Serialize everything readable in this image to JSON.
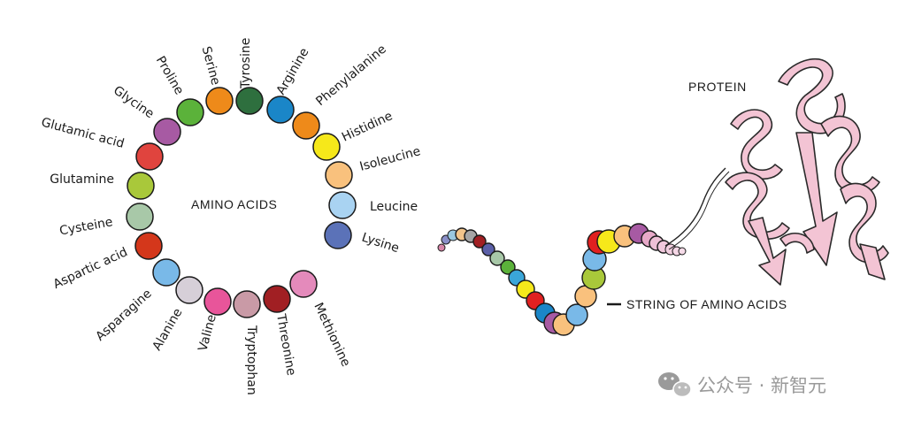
{
  "title": "AMINO ACIDS",
  "protein_label": "PROTEIN",
  "string_label": "STRING OF AMINO ACIDS",
  "watermark": "公众号 · 新智元",
  "watermark_icon": "wechat-icon",
  "amino_acids": [
    {
      "name": "Tyrosine",
      "color": "#2e6f3e"
    },
    {
      "name": "Arginine",
      "color": "#1a86c8"
    },
    {
      "name": "Phenylalanine",
      "color": "#ee8a1a"
    },
    {
      "name": "Histidine",
      "color": "#f6e81a"
    },
    {
      "name": "Isoleucine",
      "color": "#f9c17d"
    },
    {
      "name": "Leucine",
      "color": "#a9d3f2"
    },
    {
      "name": "Lysine",
      "color": "#5b72b8"
    },
    {
      "name": "Methionine",
      "color": "#e48abb"
    },
    {
      "name": "Threonine",
      "color": "#a11f23"
    },
    {
      "name": "Tryptophan",
      "color": "#c99aa6"
    },
    {
      "name": "Valine",
      "color": "#e8559a"
    },
    {
      "name": "Alanine",
      "color": "#d6cfd8"
    },
    {
      "name": "Asparagine",
      "color": "#79b9e8"
    },
    {
      "name": "Aspartic acid",
      "color": "#d4371b"
    },
    {
      "name": "Cysteine",
      "color": "#a8c8a8"
    },
    {
      "name": "Glutamine",
      "color": "#a9c83a"
    },
    {
      "name": "Glutamic acid",
      "color": "#e0443e"
    },
    {
      "name": "Glycine",
      "color": "#a75aa3"
    },
    {
      "name": "Proline",
      "color": "#5bb23a"
    },
    {
      "name": "Serine",
      "color": "#ee8a1a"
    }
  ],
  "chain_colors": [
    "#d685a8",
    "#8a8fc8",
    "#9ac8e0",
    "#f2c48a",
    "#a5a5a5",
    "#a11f23",
    "#5b5fa8",
    "#a8c8a8",
    "#5bb23a",
    "#3aa6d9",
    "#f6e81a",
    "#e02020",
    "#1a86c8",
    "#a75aa3",
    "#f9c17d",
    "#79b9e8",
    "#f9c17d",
    "#a9c83a",
    "#79b9e8",
    "#e02020",
    "#f6e81a",
    "#f9c17d",
    "#a75aa3",
    "#e7a9c8",
    "#eec0d6",
    "#f0c8dc",
    "#f2cfe0",
    "#f4d6e5",
    "#f5dbe8"
  ]
}
